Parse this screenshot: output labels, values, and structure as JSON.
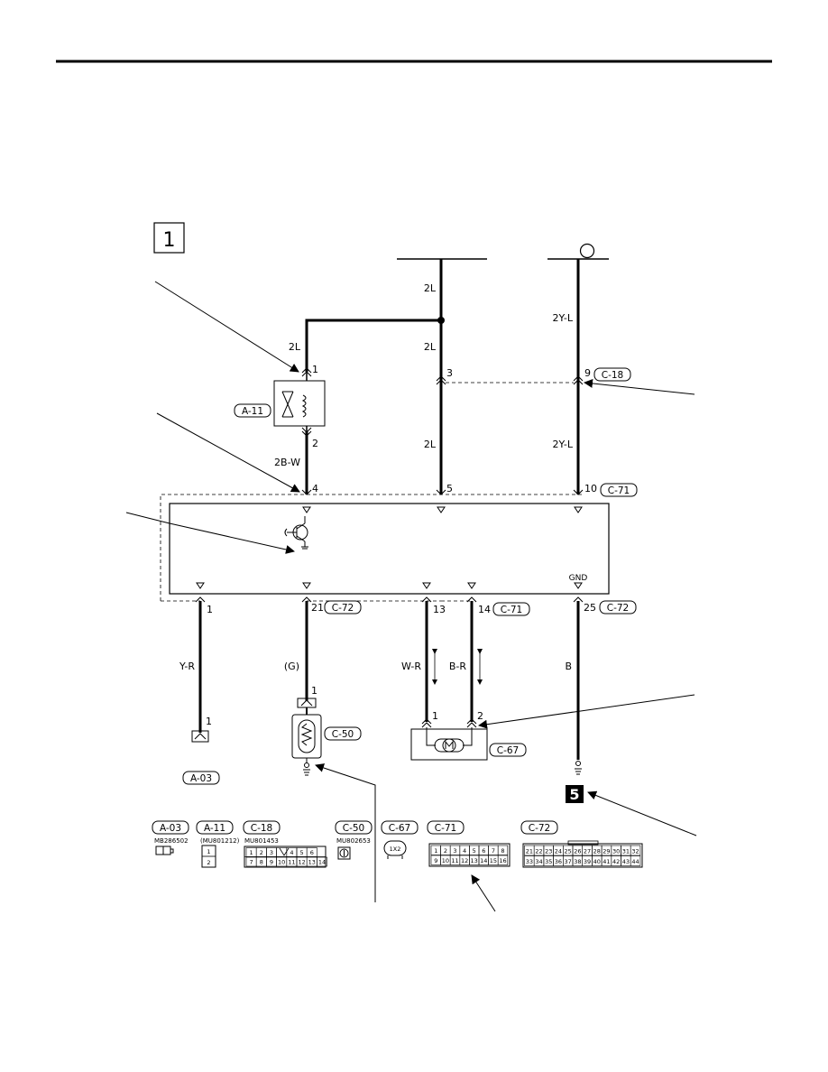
{
  "section_number": "1",
  "ground_marker": "5",
  "top_circle_label": "",
  "wires": {
    "w_2l_top": "2L",
    "w_2yl_top": "2Y-L",
    "w_2l_relay": "2L",
    "w_2l_mid": "2L",
    "w_2l_low": "2L",
    "w_2yl_low": "2Y-L",
    "w_2bw": "2B-W",
    "w_yr": "Y-R",
    "w_g": "(G)",
    "w_wr": "W-R",
    "w_br": "B-R",
    "w_b": "B"
  },
  "pins": {
    "p_a11_1": "1",
    "p_a11_2": "2",
    "p_c18_3": "3",
    "p_c18_9": "9",
    "p_ecu_4": "4",
    "p_ecu_5": "5",
    "p_ecu_10": "10",
    "p_ecu_1": "1",
    "p_ecu_21": "21",
    "p_ecu_13": "13",
    "p_ecu_14": "14",
    "p_ecu_25": "25",
    "p_a03_1": "1",
    "p_c50_1": "1",
    "p_c67_1": "1",
    "p_c67_2": "2",
    "gnd": "GND"
  },
  "connector_tags": {
    "a11": "A-11",
    "c18": "C-18",
    "c71_top": "C-71",
    "c72_21": "C-72",
    "c71_14": "C-71",
    "c72_25": "C-72",
    "c50": "C-50",
    "c67": "C-67",
    "a03": "A-03"
  },
  "legend": [
    {
      "tag": "A-03",
      "part": "MB286502"
    },
    {
      "tag": "A-11",
      "part": "(MU801212)"
    },
    {
      "tag": "C-18",
      "part": "MU801453"
    },
    {
      "tag": "C-50",
      "part": "MU802653"
    },
    {
      "tag": "C-67",
      "part": ""
    },
    {
      "tag": "C-71",
      "part": ""
    },
    {
      "tag": "C-72",
      "part": ""
    }
  ],
  "connector_pins": {
    "a11": [
      "1",
      "2"
    ],
    "c18_top": [
      "1",
      "2",
      "3",
      "",
      "4",
      "5",
      "6"
    ],
    "c18_bottom": [
      "7",
      "8",
      "9",
      "10",
      "11",
      "12",
      "13",
      "14"
    ],
    "c67": [
      "1",
      "2"
    ],
    "c71_top": [
      "1",
      "2",
      "3",
      "4",
      "5",
      "6",
      "7",
      "8"
    ],
    "c71_bottom": [
      "9",
      "10",
      "11",
      "12",
      "13",
      "14",
      "15",
      "16"
    ],
    "c72_top": [
      "21",
      "22",
      "23",
      "24",
      "25",
      "26",
      "27",
      "28",
      "29",
      "30",
      "31",
      "32"
    ],
    "c72_bottom": [
      "33",
      "34",
      "35",
      "36",
      "37",
      "38",
      "39",
      "40",
      "41",
      "42",
      "43",
      "44"
    ]
  }
}
